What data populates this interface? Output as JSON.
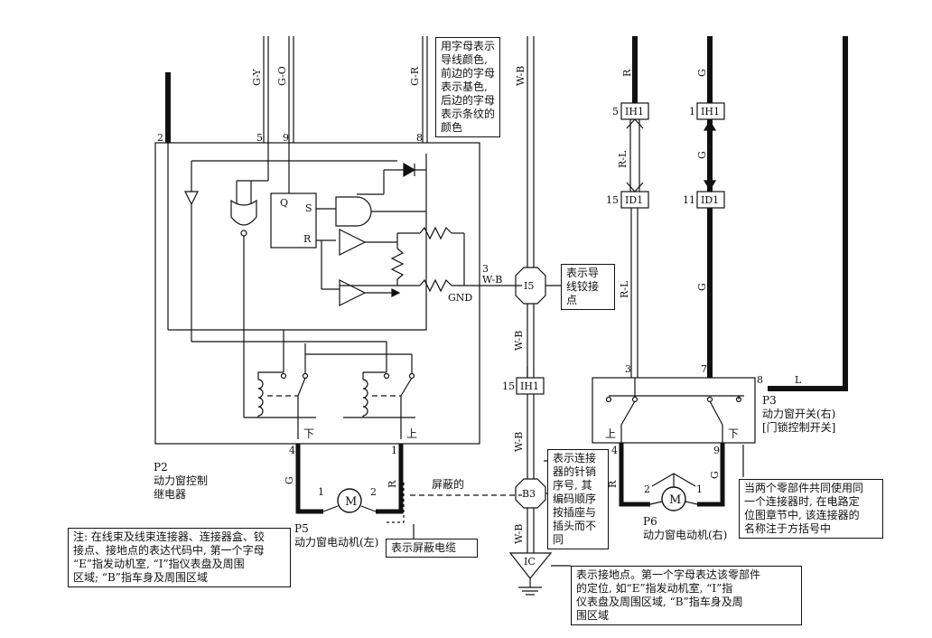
{
  "wire_colors": {
    "g_y": "G-Y",
    "g_o": "G-O",
    "g_r": "G-R",
    "w_b_top": "W-B",
    "r_top": "R",
    "g_top": "G",
    "r_l_mid": "R-L",
    "g_mid": "G",
    "r_l_low": "R-L",
    "g_low": "G",
    "w_b_splice": "W-B",
    "w_b_a": "W-B",
    "w_b_b": "W-B",
    "w_b_c": "W-B",
    "g_left_motor": "G",
    "r_left_motor": "R",
    "r_right_motor": "R",
    "g_right_motor": "G",
    "l_wire": "L"
  },
  "pins": {
    "p2": "2",
    "p5": "5",
    "p9": "9",
    "p8": "8",
    "p3": "3",
    "p4_left": "4",
    "p1_left": "1",
    "p5_ih1": "5",
    "p1_ih1": "1",
    "p15_id1": "15",
    "p11_id1": "11",
    "p15_ih1_low": "15",
    "sw3": "3",
    "sw7": "7",
    "sw8": "8",
    "sw4": "4",
    "sw9": "9",
    "m_left_1": "1",
    "m_left_2": "2",
    "m_right_2": "2",
    "m_right_1": "1"
  },
  "connectors": {
    "ih1_a": "IH1",
    "ih1_b": "IH1",
    "id1_a": "ID1",
    "id1_b": "ID1",
    "ih1_c": "IH1"
  },
  "splices": {
    "i5": "I5",
    "b3": "B3",
    "ground": "IC"
  },
  "relay": {
    "q": "Q",
    "s": "S",
    "r": "R",
    "gnd": "GND",
    "down": "下",
    "up": "上"
  },
  "switch": {
    "up": "上",
    "down": "下"
  },
  "motor_symbol": "M",
  "shield_label": "屏蔽的",
  "components": {
    "p2_code": "P2",
    "p2_name": "动力窗控制\n继电器",
    "p5_code": "P5",
    "p5_name": "动力窗电动机(左)",
    "p3_code": "P3",
    "p3_name": "动力窗开关(右)\n[门锁控制开关]",
    "p6_code": "P6",
    "p6_name": "动力窗电动机(右)"
  },
  "notes": {
    "wire_color": "用字母表示\n导线颜色,\n前边的字母\n表示基色,\n后边的字母\n表示条纹的\n颜色",
    "splice": "表示导\n线铰接\n点",
    "pin_order": "表示连接\n器的针销\n序号, 其\n编码顺序\n按插座与\n插头而不\n同",
    "shield_cable": "表示屏蔽电缆",
    "ground": "表示接地点。第一个字母表达该零部件\n的定位, 如“E”指发动机室, “I”指\n仪表盘及周围区域, “B”指车身及周\n围区域",
    "shared_connector": "当两个零部件共同使用同\n一个连接器时, 在电路定\n位图章节中, 该连接器的\n名称注于方括号中",
    "harness_note": "注: 在线束及线束连接器、连接器盒、铰\n接点、接地点的表达代码中, 第一个字母\n“E”指发动机室, “I”指仪表盘及周围\n区域; “B”指车身及周围区域"
  }
}
